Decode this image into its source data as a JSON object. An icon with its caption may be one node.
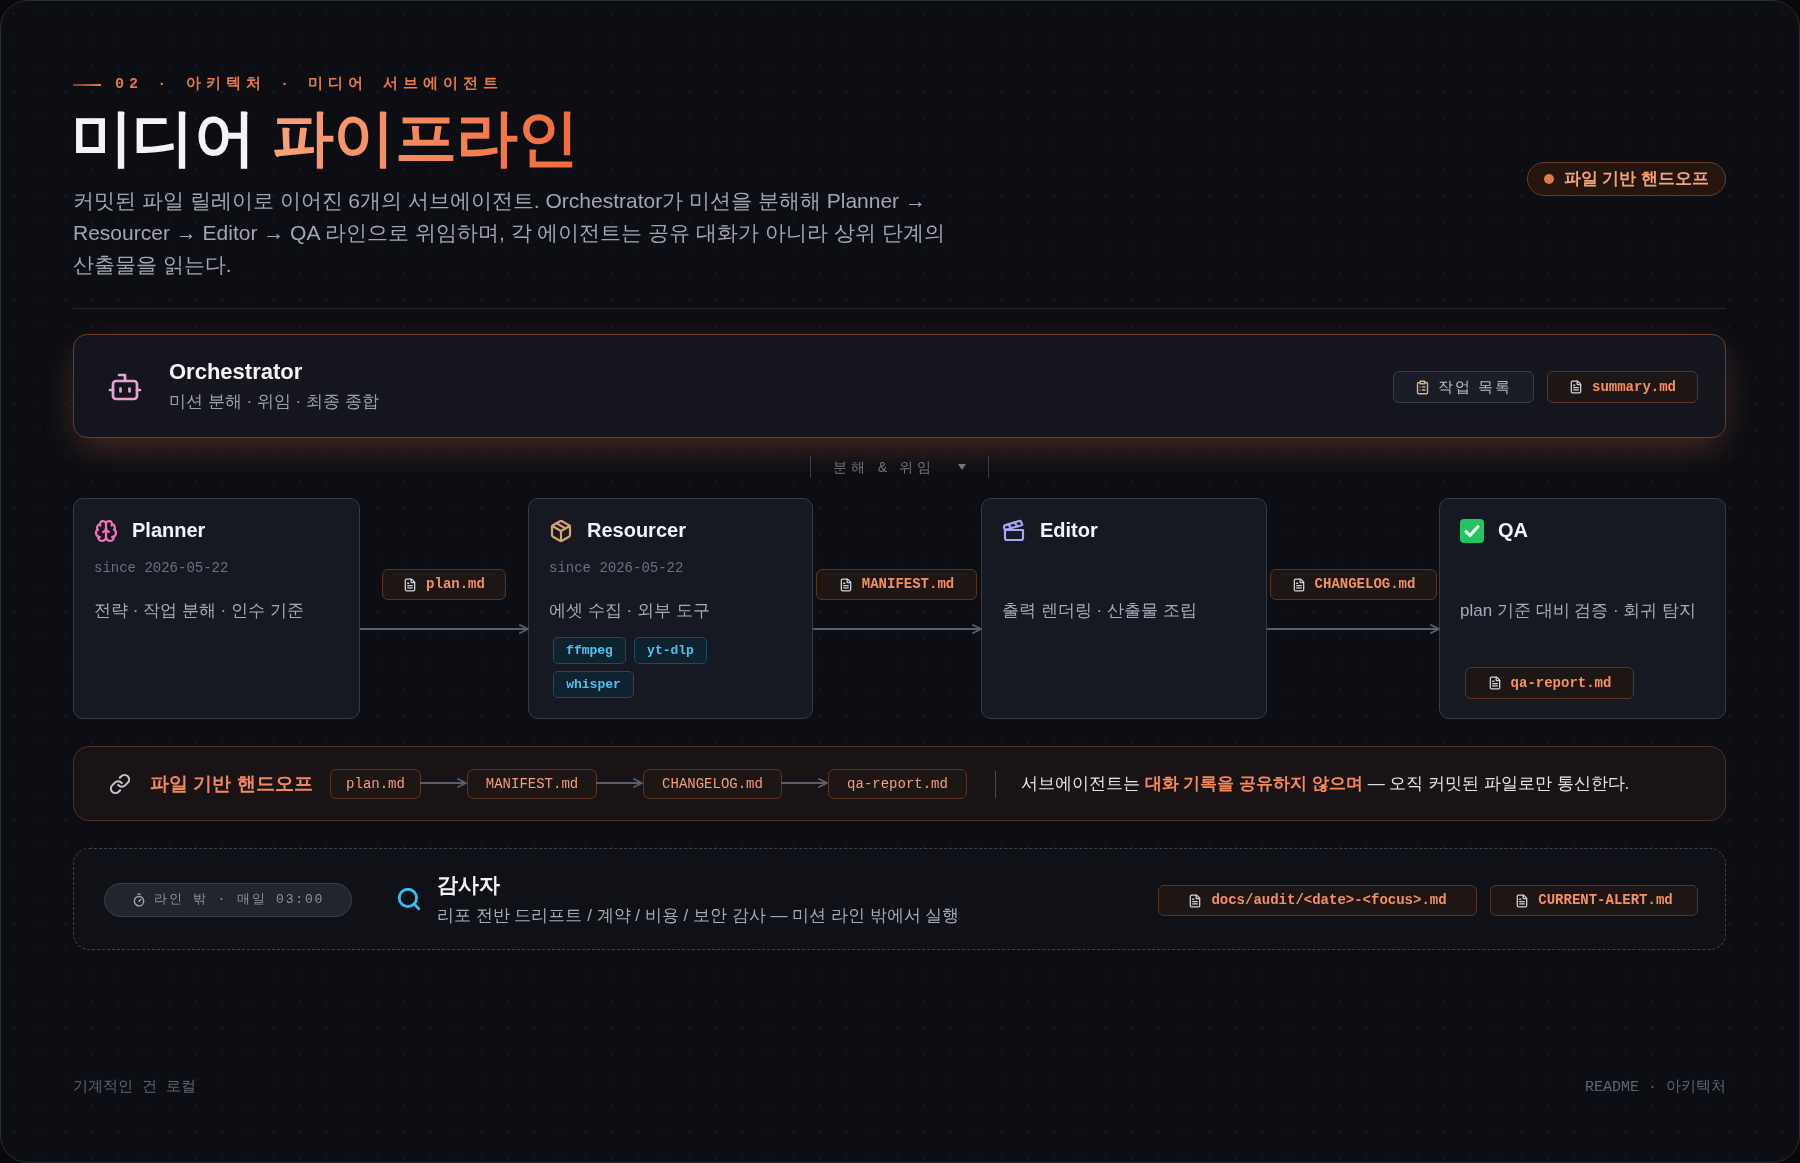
{
  "diagram": {
    "title": "미디어 파이프라인",
    "nodes": [
      {
        "text": [
          "Orchestrator",
          "미션 분해 · 위임 · 최종 종합"
        ]
      },
      {
        "text": [
          "작업 목록"
        ],
        "in": 0
      },
      {
        "text": [
          "summary.md"
        ],
        "in": 0
      },
      {
        "text": [
          "Planner",
          "since 2026-05-22",
          "전략 · 작업 분해 · 인수 기준"
        ]
      },
      {
        "text": [
          "plan.md"
        ]
      },
      {
        "text": [
          "Resourcer",
          "since 2026-05-22",
          "에셋 수집 · 외부 도구"
        ]
      },
      {
        "text": [
          "ffmpeg"
        ],
        "in": 5
      },
      {
        "text": [
          "yt-dlp"
        ],
        "in": 5
      },
      {
        "text": [
          "whisper"
        ],
        "in": 5
      },
      {
        "text": [
          "MANIFEST.md"
        ]
      },
      {
        "text": [
          "Editor",
          "출력 렌더링 · 산출물 조립"
        ]
      },
      {
        "text": [
          "CHANGELOG.md"
        ]
      },
      {
        "text": [
          "QA",
          "plan 기준 대비 검증 · 회귀 탐지"
        ]
      },
      {
        "text": [
          "qa-report.md"
        ],
        "in": 12
      },
      {
        "text": [
          "파일 기반 핸드오프",
          "서브에이전트는 **대화 기록을 공유하지 않으며** — 오직 커밋된 파일로만 통신한다."
        ]
      },
      {
        "text": [
          "plan.md"
        ],
        "in": 14
      },
      {
        "text": [
          "MANIFEST.md"
        ],
        "in": 14
      },
      {
        "text": [
          "CHANGELOG.md"
        ],
        "in": 14
      },
      {
        "text": [
          "qa-report.md"
        ],
        "in": 14
      },
      {
        "text": [
          "감사자",
          "리포 전반 드리프트 / 계약 / 비용 / 보안 감사 — 미션 라인 밖에서 실행"
        ]
      },
      {
        "text": [
          "라인 밖 · 매일 03:00"
        ],
        "in": 19
      },
      {
        "text": [
          "docs/audit/<date>-<focus>.md"
        ],
        "in": 19
      },
      {
        "text": [
          "CURRENT-ALERT.md"
        ],
        "in": 19
      }
    ],
    "edges": [
      {
        "from": 3,
        "to": 5,
        "arrow": "to"
      },
      {
        "from": 5,
        "to": 10,
        "arrow": "to"
      },
      {
        "from": 10,
        "to": 12,
        "arrow": "to"
      },
      {
        "from": 15,
        "to": 16,
        "arrow": "to"
      },
      {
        "from": 16,
        "to": 17,
        "arrow": "to"
      },
      {
        "from": 17,
        "to": 18,
        "arrow": "to"
      }
    ],
    "labels": [
      "02 · 아키텍처 · 미디어 서브에이전트",
      "커밋된 파일 릴레이로 이어진 6개의 서브에이전트. Orchestrator가 미션을 분해해 Planner → Resourcer → Editor → QA 라인으로 위임하며, 각 에이전트는 공유 대화가 아니라 상위 단계의 산출물을 읽는다.",
      "분해 & 위임",
      "기계적인 건 로컬",
      "README · 아키텍처"
    ],
    "legend": [
      {
        "text": "파일 기반 핸드오프",
        "color": "#e0784f"
      }
    ]
  }
}
